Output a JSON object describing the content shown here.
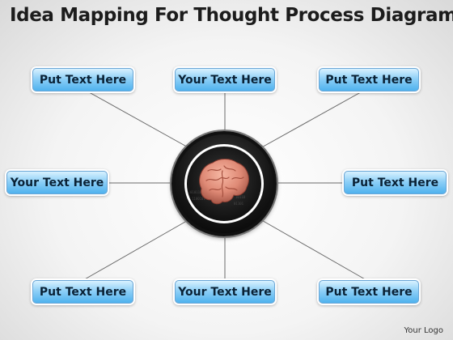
{
  "title": "Idea Mapping For Thought Process Diagram",
  "nodes": [
    {
      "label": "Put Text Here"
    },
    {
      "label": "Your Text Here"
    },
    {
      "label": "Put Text Here"
    },
    {
      "label": "Your Text Here"
    },
    {
      "label": "Put Text Here"
    },
    {
      "label": "Put Text Here"
    },
    {
      "label": "Your Text Here"
    },
    {
      "label": "Put Text Here"
    }
  ],
  "center": {
    "icon": "brain-icon"
  },
  "footer": {
    "logo": "Your Logo"
  },
  "colors": {
    "node_fill": "#5bb8f0",
    "node_border": "#6aa6d6",
    "connector": "#666666",
    "hub": "#111111"
  }
}
